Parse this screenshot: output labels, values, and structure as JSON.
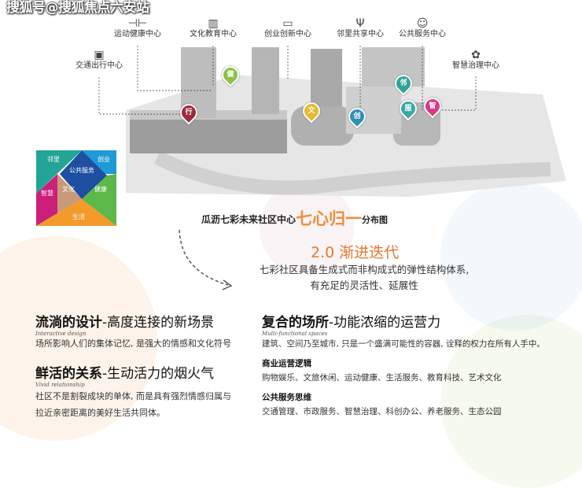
{
  "watermark": "搜狐号@搜狐焦点六安站",
  "centers": [
    {
      "name": "运动健康中心",
      "icon": "dumbbell-icon",
      "glyph": "⊣⊢"
    },
    {
      "name": "文化教育中心",
      "icon": "books-icon",
      "glyph": "▥"
    },
    {
      "name": "创业创新中心",
      "icon": "monitor-icon",
      "glyph": "▭"
    },
    {
      "name": "邻里共享中心",
      "icon": "fork-knife-icon",
      "glyph": "Ψ"
    },
    {
      "name": "公共服务中心",
      "icon": "people-icon",
      "glyph": "☺"
    },
    {
      "name": "交通出行中心",
      "icon": "bus-icon",
      "glyph": "▣"
    },
    {
      "name": "智慧治理中心",
      "icon": "network-icon",
      "glyph": "✿"
    }
  ],
  "pins": [
    {
      "label": "健",
      "color": "#8cc04a"
    },
    {
      "label": "行",
      "color": "#9b2d3c"
    },
    {
      "label": "文",
      "color": "#e8b92e"
    },
    {
      "label": "创",
      "color": "#2f8fb5"
    },
    {
      "label": "邻",
      "color": "#2fa39a"
    },
    {
      "label": "服",
      "color": "#3aa7a7"
    },
    {
      "label": "智",
      "color": "#d23c86"
    }
  ],
  "tangram": {
    "neighbor": "邻里",
    "public": "公共服务",
    "startup": "创业",
    "health": "健康",
    "smart": "智慧",
    "culture": "文化",
    "life": "生活"
  },
  "map_title": {
    "prefix": "瓜沥七彩未来社区中心",
    "highlight": "七心归一",
    "suffix": "分布图"
  },
  "version": {
    "title": "2.0 渐进迭代",
    "lines": [
      "七彩社区具备生成式而非构成式的弹性结构体系,",
      "有充足的灵活性、延展性"
    ]
  },
  "sections": {
    "design": {
      "title_bold": "流淌的设计",
      "title_rest": "-高度连接的新场景",
      "en": "Interactive design",
      "body": "场所影响人们的集体记忆, 是强大的情感和文化符号"
    },
    "relation": {
      "title_bold": "鲜活的关系",
      "title_rest": "-生动活力的烟火气",
      "en": "Vivid relationship",
      "body1": "社区不是割裂成块的单体, 而是具有强烈情感归属与",
      "body2": "拉近亲密距离的美好生活共同体。"
    },
    "place": {
      "title_bold": "复合的场所",
      "title_rest": "-功能浓缩的运营力",
      "en": "Multi-functional spaces",
      "body": "建筑、空间乃至城市, 只是一个盛满可能性的容器, 诠释的权力在所有人手中。",
      "sub1": "商业运营逻辑",
      "sub1_body": "购物娱乐、文旅休闲、运动健康、生活服务、教育科技、艺术文化",
      "sub2": "公共服务思维",
      "sub2_body": "交通管理、市政服务、智慧治理、科创办公、养老服务、生态公园"
    }
  }
}
